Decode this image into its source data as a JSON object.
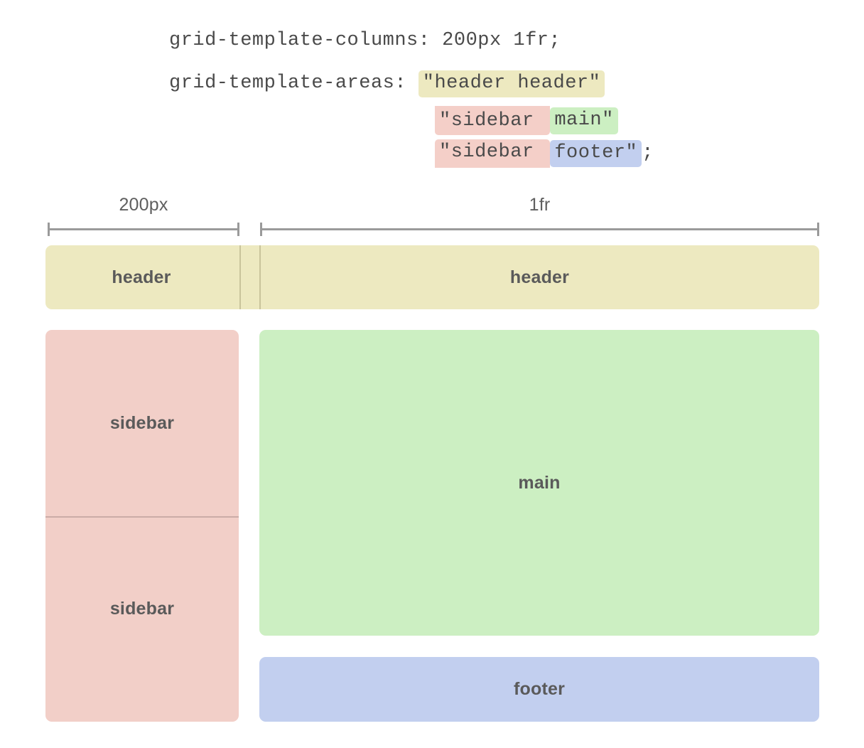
{
  "code": {
    "line1": "grid-template-columns: 200px 1fr;",
    "line2_prefix": "grid-template-areas: ",
    "area_row1": "\"header header\"",
    "area_row2_left": "\"sidebar ",
    "area_row2_right": "main\"",
    "area_row3_left": "\"sidebar ",
    "area_row3_right": "footer\"",
    "semicolon": ";"
  },
  "measures": [
    {
      "label": "200px",
      "name": "column-1-size"
    },
    {
      "label": "1fr",
      "name": "column-2-size"
    }
  ],
  "grid": {
    "header_label_col1": "header",
    "header_label_col2": "header",
    "sidebar_label_row1": "sidebar",
    "sidebar_label_row2": "sidebar",
    "main_label": "main",
    "footer_label": "footer"
  },
  "colors": {
    "header": "#EDE9C0",
    "sidebar": "#F2CFC8",
    "main": "#CCEFC2",
    "footer": "#C2CFEF",
    "text": "#5a5a5a",
    "code_text": "#4a4a4a",
    "rule": "#9a9a9a"
  }
}
